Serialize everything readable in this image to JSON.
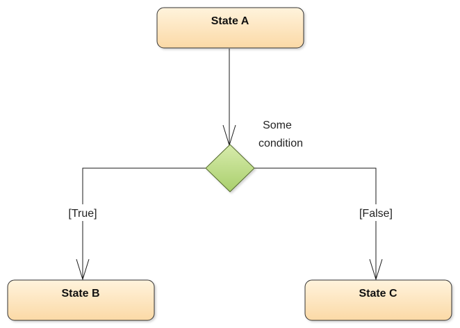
{
  "diagram": {
    "states": {
      "a": {
        "label": "State A"
      },
      "b": {
        "label": "State B"
      },
      "c": {
        "label": "State C"
      }
    },
    "decision": {
      "condition_line1": "Some",
      "condition_line2": "condition"
    },
    "guards": {
      "true_label": "[True]",
      "false_label": "[False]"
    },
    "colors": {
      "state_fill_top": "#fff3dc",
      "state_fill_bottom": "#fbd9a6",
      "state_stroke": "#333333",
      "decision_fill_top": "#d7ebac",
      "decision_fill_bottom": "#a9cf6c",
      "decision_stroke": "#556b2f",
      "edge": "#1a1a1a"
    }
  }
}
